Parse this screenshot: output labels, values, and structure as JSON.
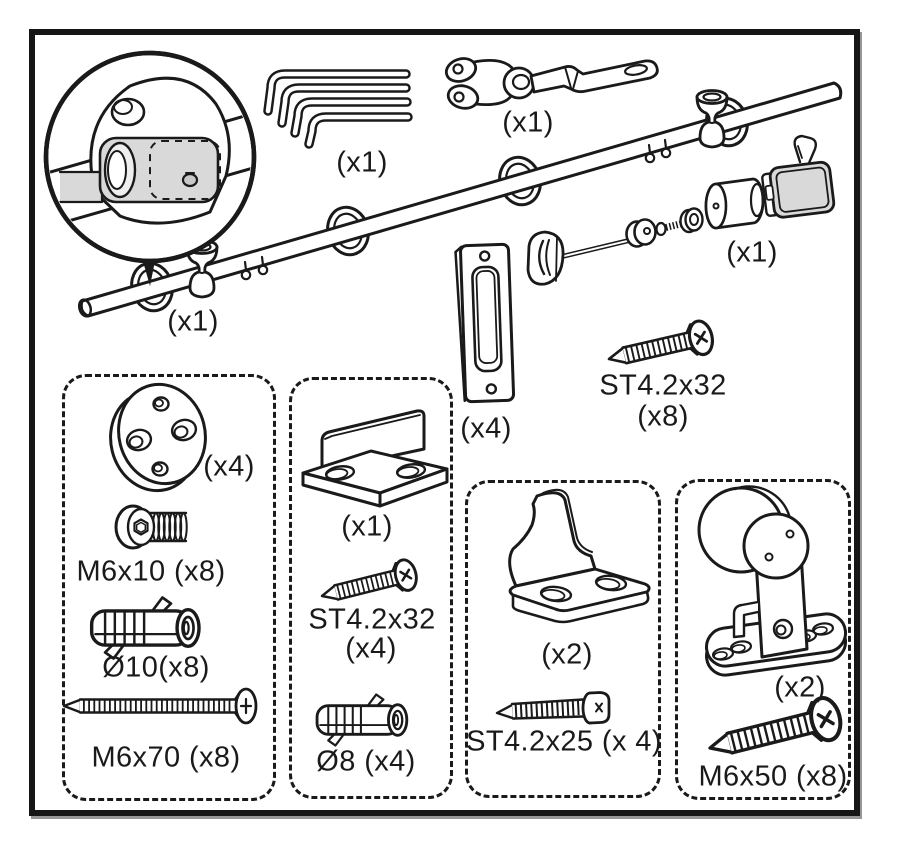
{
  "figure": {
    "kind": "exploded hardware-kit parts diagram",
    "ink": "#1a1a1a",
    "paper": "#ffffff",
    "shade": "#d9d9d9"
  },
  "parts": {
    "connector_detail": {
      "icon": "connector-detail-callout-icon"
    },
    "hex_keys": {
      "icon": "hex-keys-icon",
      "qty": "(x1)"
    },
    "wrench": {
      "icon": "pin-wrench-icon",
      "qty": "(x1)"
    },
    "rail": {
      "icon": "rail-with-stops-icon",
      "qty": "(x1)"
    },
    "damper": {
      "icon": "soft-close-damper-icon",
      "qty": "(x1)"
    },
    "flush_pull": {
      "icon": "flush-pull-handle-icon",
      "qty": "(x4)"
    },
    "mount_screw": {
      "icon": "countersunk-screw-icon",
      "size": "ST4.2x32",
      "qty": "(x8)"
    }
  },
  "boxes": {
    "wall_brackets": {
      "name": "wall-bracket-kit",
      "disc_qty": "(x4)",
      "m6x10": "M6x10 (x8)",
      "anchor10": "Ø10(x8)",
      "m6x70": "M6x70 (x8)"
    },
    "floor_guide": {
      "name": "floor-guide-kit",
      "guide_qty": "(x1)",
      "screw_size": "ST4.2x32",
      "screw_qty": "(x4)",
      "anchor8": "Ø8 (x4)"
    },
    "door_guide": {
      "name": "door-guide-kit",
      "bracket_qty": "(x2)",
      "screw": "ST4.2x25 (x 4)"
    },
    "floor_roller": {
      "name": "floor-roller-kit",
      "roller_qty": "(x2)",
      "screw": "M6x50 (x8)"
    }
  }
}
